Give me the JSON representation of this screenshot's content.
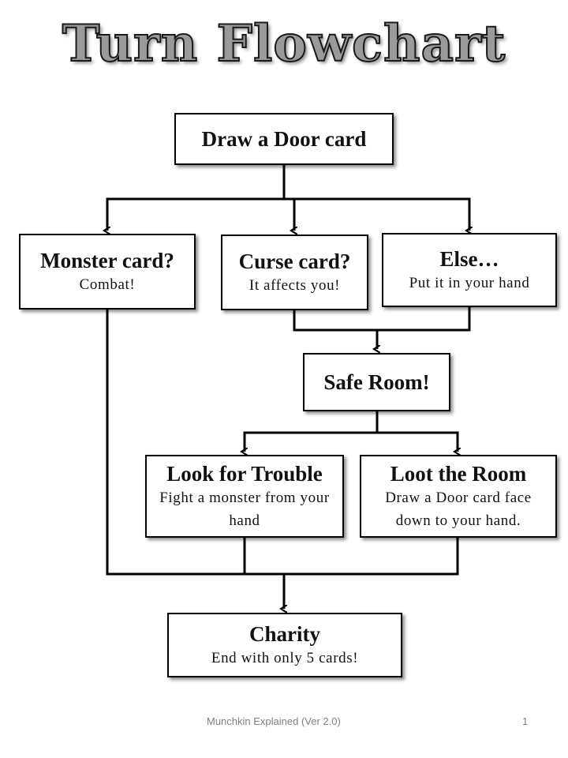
{
  "title": "Turn Flowchart",
  "nodes": {
    "draw_door": {
      "label": "Draw a Door card"
    },
    "monster": {
      "label": "Monster card?",
      "sub": "Combat!"
    },
    "curse": {
      "label": "Curse card?",
      "sub": "It affects you!"
    },
    "else": {
      "label": "Else…",
      "sub": "Put it in your hand"
    },
    "safe_room": {
      "label": "Safe Room!"
    },
    "look_trouble": {
      "label": "Look for Trouble",
      "sub": "Fight a monster from your hand"
    },
    "loot_room": {
      "label": "Loot the Room",
      "sub": "Draw a Door card face down to your hand."
    },
    "charity": {
      "label": "Charity",
      "sub": "End with only 5 cards!"
    }
  },
  "footer": {
    "text": "Munchkin Explained (Ver 2.0)",
    "page": "1"
  }
}
